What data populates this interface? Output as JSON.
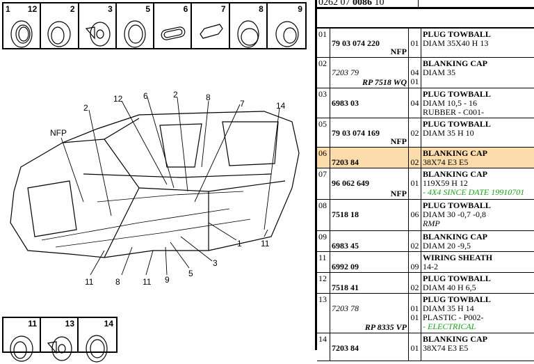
{
  "header": {
    "reference_prefix": "0262 07 ",
    "reference_bold": "0086",
    "reference_suffix": " 10"
  },
  "thumbnails_top": [
    {
      "left": "1",
      "right": "12"
    },
    {
      "right": "2"
    },
    {
      "right": "3"
    },
    {
      "right": "5"
    },
    {
      "right": "6"
    },
    {
      "right": "7"
    },
    {
      "right": "8"
    },
    {
      "right": "9"
    }
  ],
  "thumbnails_bottom": [
    {
      "right": "11"
    },
    {
      "right": "13"
    },
    {
      "right": "14"
    }
  ],
  "callouts": [
    "NFP",
    "2",
    "12",
    "6",
    "2",
    "8",
    "7",
    "14",
    "1",
    "3",
    "5",
    "9",
    "11",
    "8",
    "11",
    "11"
  ],
  "rows": [
    {
      "ref": "01",
      "part": "79 03 074 220",
      "tag": "NFP",
      "qty": [
        "01"
      ],
      "name": "PLUG TOWBALL",
      "desc": [
        "DIAM 35X40 H 13"
      ]
    },
    {
      "ref": "02",
      "part": "7203 79",
      "part_italic": true,
      "tag": "RP 7518 WQ",
      "tag_italic": true,
      "qty": [
        "04",
        "01"
      ],
      "name": "BLANKING CAP",
      "desc": [
        "DIAM 35"
      ]
    },
    {
      "ref": "03",
      "part": "6983 03",
      "qty": [
        "04"
      ],
      "name": "PLUG TOWBALL",
      "desc": [
        "DIAM 10,5 - 16",
        "RUBBER - C001-"
      ]
    },
    {
      "ref": "05",
      "part": "79 03 074 169",
      "tag": "NFP",
      "qty": [
        "02"
      ],
      "name": "PLUG TOWBALL",
      "desc": [
        "DIAM 35 H 10"
      ]
    },
    {
      "ref": "06",
      "part": "7203 84",
      "qty": [
        "02"
      ],
      "name": "BLANKING CAP",
      "desc": [
        "38X74 E3 E5"
      ],
      "highlight": true
    },
    {
      "ref": "07",
      "part": "96 062 649",
      "tag": "NFP",
      "qty": [
        "01"
      ],
      "name": "BLANKING CAP",
      "desc": [
        "119X59 H 12"
      ],
      "note": "- 4X4 SINCE DATE 19910701"
    },
    {
      "ref": "08",
      "part": "7518 18",
      "qty": [
        "06"
      ],
      "name": "PLUG TOWBALL",
      "desc": [
        "DIAM 30 -0,7 -0,8"
      ],
      "note_italic": "RMP"
    },
    {
      "ref": "09",
      "part": "6983 45",
      "qty": [
        "02"
      ],
      "name": "BLANKING CAP",
      "desc": [
        "DIAM 20 -9,5"
      ]
    },
    {
      "ref": "11",
      "part": "6992 09",
      "qty": [
        "09"
      ],
      "name": "WIRING SHEATH",
      "desc": [
        "14-2"
      ]
    },
    {
      "ref": "12",
      "part": "7518 41",
      "qty": [
        "02"
      ],
      "name": "PLUG TOWBALL",
      "desc": [
        "DIAM 40 H 6,5"
      ]
    },
    {
      "ref": "13",
      "part": "7203 78",
      "part_italic": true,
      "tag": "RP 8335 VP",
      "tag_italic": true,
      "qty": [
        "01",
        "01"
      ],
      "name": "PLUG TOWBALL",
      "desc": [
        "DIAM 35 H 14",
        "PLASTIC - P002-"
      ],
      "note": "- ELECTRICAL"
    },
    {
      "ref": "14",
      "part": "7203 84",
      "qty": [
        "01"
      ],
      "name": "BLANKING CAP",
      "desc": [
        "38X74 E3 E5"
      ]
    }
  ]
}
